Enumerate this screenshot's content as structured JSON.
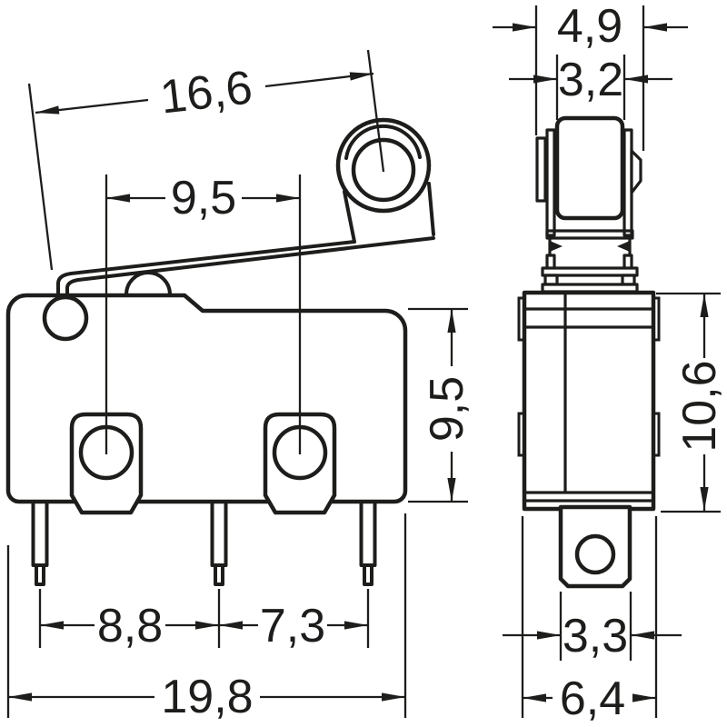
{
  "colors": {
    "ink": "#1d1d1b",
    "paper": "#ffffff"
  },
  "front_view": {
    "dim_lever_length": "16,6",
    "dim_hole_spacing": "9,5",
    "dim_body_height": "9,5",
    "dim_pin_spacing_left": "8,8",
    "dim_pin_spacing_right": "7,3",
    "dim_overall_width": "19,8"
  },
  "side_view": {
    "dim_assembly_width": "4,9",
    "dim_roller_width": "3,2",
    "dim_body_height": "10,6",
    "dim_terminal_width": "3,3",
    "dim_body_depth": "6,4"
  }
}
